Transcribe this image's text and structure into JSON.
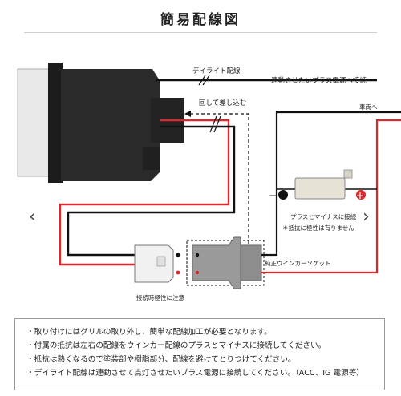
{
  "title": "簡易配線図",
  "labels": {
    "daylight_wiring": "デイライト配線",
    "plus_source": "連動させたいプラス電源へ接続",
    "fold_back": "回して差し込む",
    "vehicle_side": "車両へ",
    "connect_plus_minus": "プラスとマイナスに接続",
    "resistor_note": "＊抵抗に極性は有りません",
    "genuine_socket": "純正ウインカーソケット",
    "polarity_note": "接続時極性に注意"
  },
  "symbols": {
    "minus": "－",
    "plus": "＋",
    "left_arrow": "‹",
    "right_arrow": "›"
  },
  "notes": [
    "・取り付けにはグリルの取り外し、簡単な配線加工が必要となります。",
    "・付属の抵抗は左右の配線をウインカー配線のプラスとマイナスに接続してください。",
    "・抵抗は熱くなるので塗装部や樹脂部分、配線を避けてとりつけてください。",
    "・デイライト配線は連動させて点灯させたいプラス電源に接続してください。（ACC、IG 電源等）"
  ],
  "colors": {
    "red_wire": "#d9282e",
    "black_wire": "#111111",
    "body": "#2a2a2a"
  }
}
